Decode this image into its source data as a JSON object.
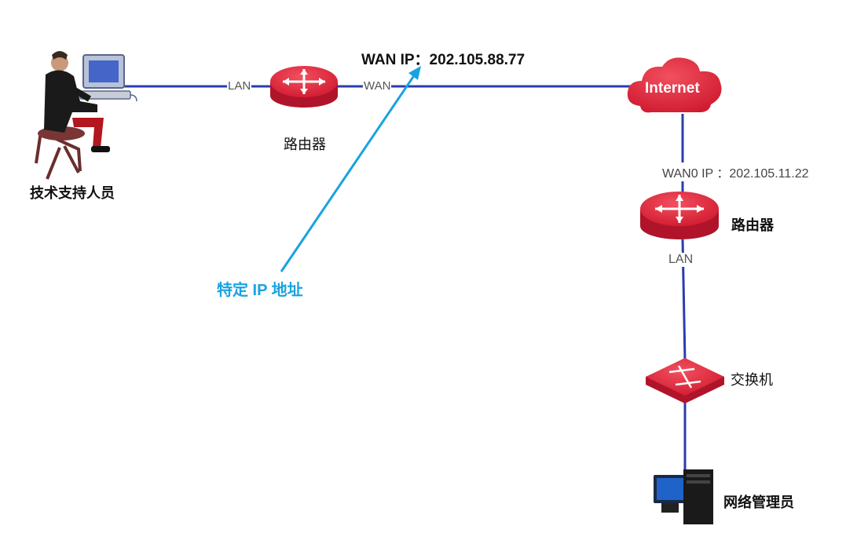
{
  "colors": {
    "link_line": "#2b3cb0",
    "device_red": "#e0243a",
    "annotation_blue": "#18a3e0"
  },
  "nodes": {
    "tech_support": {
      "label": "技术支持人员",
      "icon": "person-at-computer-icon"
    },
    "router_left": {
      "label": "路由器",
      "icon": "router-icon"
    },
    "internet": {
      "label": "Internet",
      "icon": "cloud-icon"
    },
    "router_right": {
      "label": "路由器",
      "icon": "router-icon"
    },
    "switch": {
      "label": "交换机",
      "icon": "switch-icon"
    },
    "admin": {
      "label": "网络管理员",
      "icon": "desktop-computer-icon"
    }
  },
  "ports": {
    "left_lan": "LAN",
    "left_wan": "WAN",
    "right_lan": "LAN"
  },
  "addresses": {
    "wan_ip": "WAN IP：202.105.88.77",
    "wan0_ip": "WAN0 IP ：202.105.11.22"
  },
  "annotation": {
    "text": "特定 IP 地址"
  }
}
